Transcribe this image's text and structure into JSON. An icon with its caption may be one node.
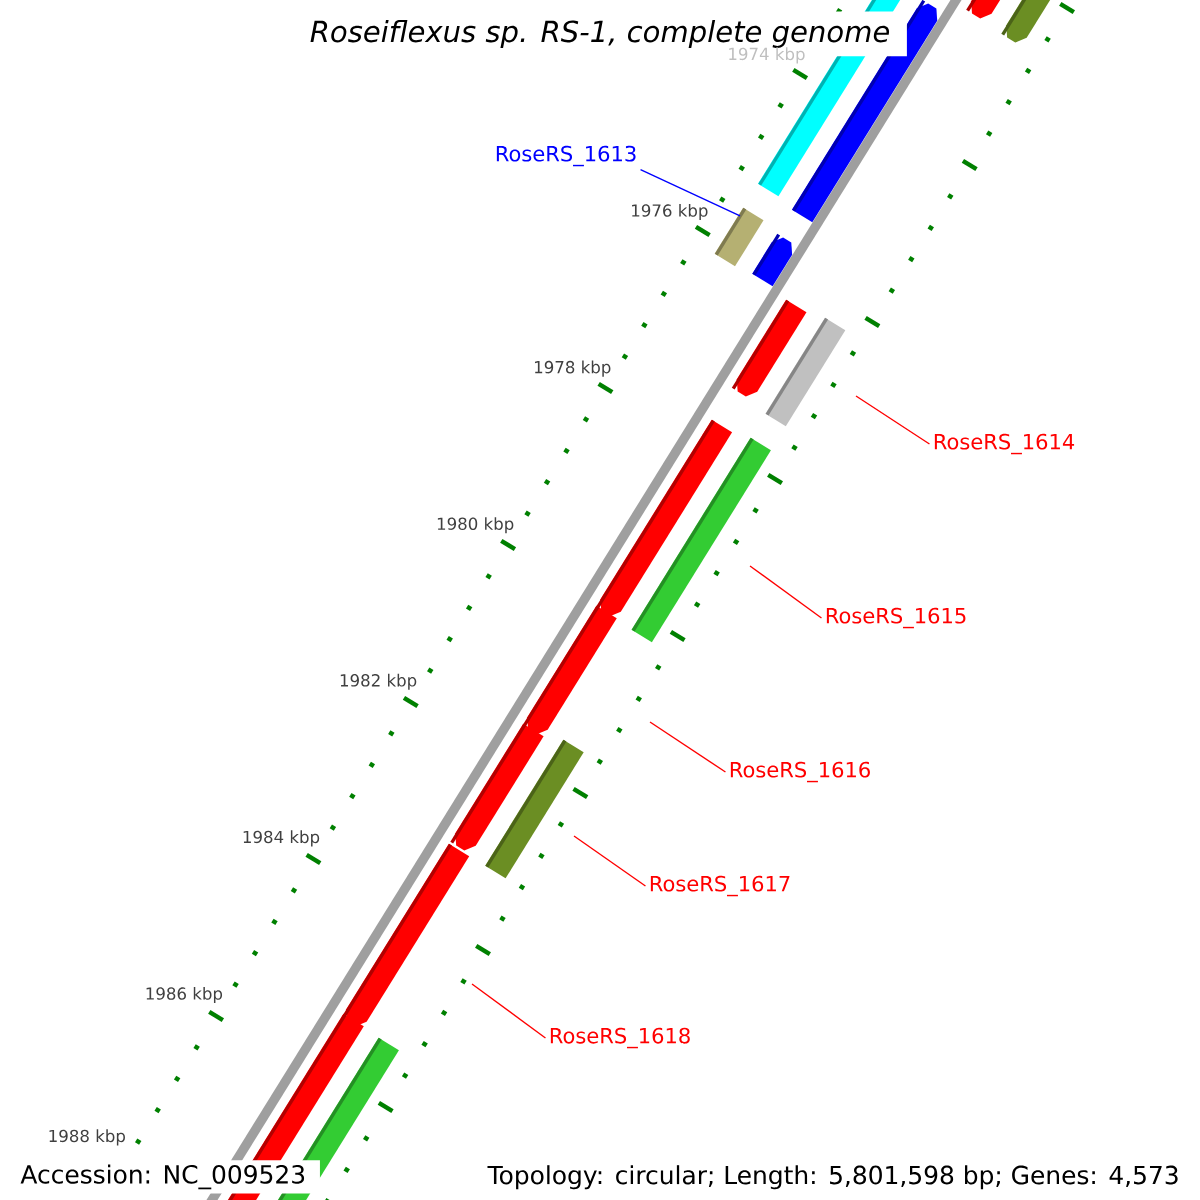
{
  "diagram": {
    "title": "Roseiflexus sp. RS-1, complete genome",
    "nodes": [
      {
        "text": [
          "RoseRS_1613"
        ]
      },
      {
        "text": [
          "RoseRS_1614"
        ]
      },
      {
        "text": [
          "RoseRS_1615"
        ]
      },
      {
        "text": [
          "RoseRS_1616"
        ]
      },
      {
        "text": [
          "RoseRS_1617"
        ]
      },
      {
        "text": [
          "RoseRS_1618"
        ]
      }
    ],
    "edges": [
      {
        "from": 0,
        "to": null,
        "arrow": "none",
        "color": "#0000ff"
      },
      {
        "from": 1,
        "to": null,
        "arrow": "none"
      },
      {
        "from": 2,
        "to": null,
        "arrow": "none"
      },
      {
        "from": 3,
        "to": null,
        "arrow": "none"
      },
      {
        "from": 4,
        "to": null,
        "arrow": "none"
      },
      {
        "from": 5,
        "to": null,
        "arrow": "none"
      }
    ],
    "labels": [
      "1974 kbp",
      "1976 kbp",
      "1978 kbp",
      "1980 kbp",
      "1982 kbp",
      "1984 kbp",
      "1986 kbp",
      "1988 kbp",
      "Accession: NC_009523",
      "Topology: circular; Length: 5,801,598 bp; Genes: 4,573"
    ]
  }
}
